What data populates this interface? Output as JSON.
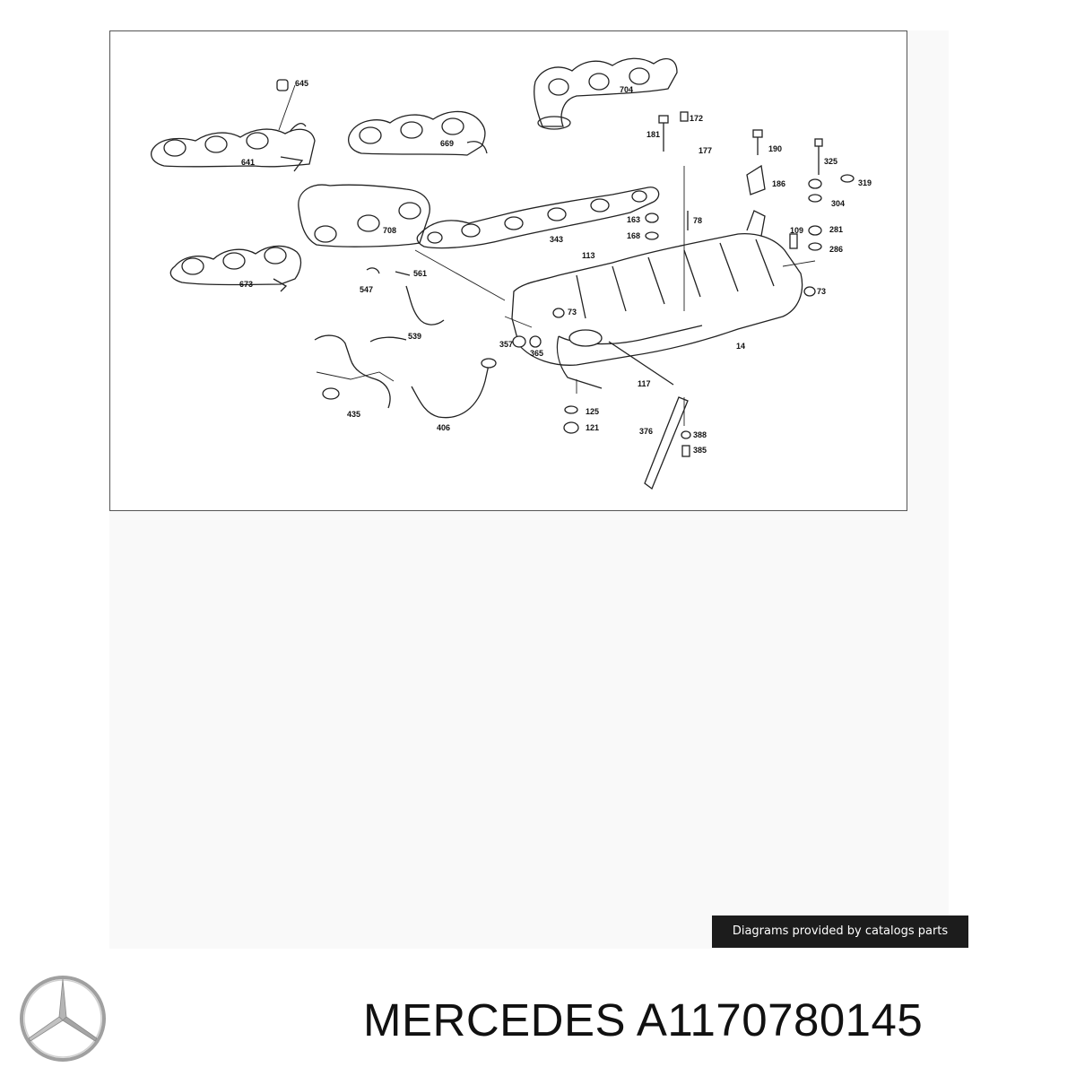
{
  "diagram": {
    "callouts": [
      "645",
      "704",
      "172",
      "181",
      "177",
      "190",
      "641",
      "669",
      "325",
      "319",
      "186",
      "304",
      "163",
      "78",
      "708",
      "343",
      "281",
      "168",
      "109",
      "286",
      "113",
      "561",
      "673",
      "547",
      "73",
      "73",
      "539",
      "357",
      "365",
      "14",
      "117",
      "125",
      "435",
      "406",
      "121",
      "376",
      "388",
      "385"
    ]
  },
  "credit": {
    "text": "Diagrams provided by catalogs parts"
  },
  "title": {
    "brand": "MERCEDES",
    "part_number": "A1170780145"
  },
  "logo": {
    "icon": "mercedes-star-icon",
    "color": "#9a9a9a"
  }
}
